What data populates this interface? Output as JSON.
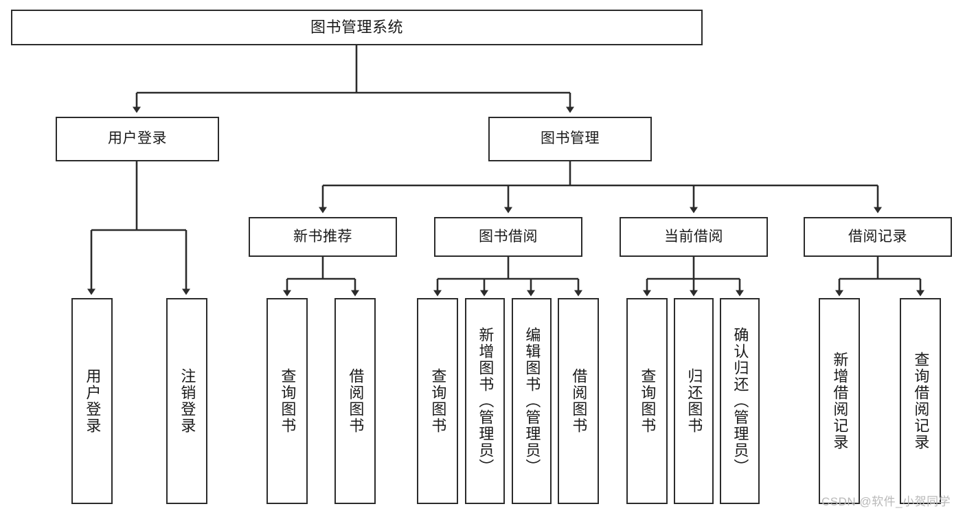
{
  "diagram": {
    "type": "hierarchy-tree",
    "title": "图书管理系统",
    "colors": {
      "border": "#2b2b2b",
      "background": "#ffffff",
      "text": "#1a1a1a",
      "connector": "#2b2b2b",
      "watermark": "#b9b9b9"
    },
    "nodes": {
      "root": {
        "label": "图书管理系统"
      },
      "level2": [
        {
          "label": "用户登录"
        },
        {
          "label": "图书管理"
        }
      ],
      "level3": [
        {
          "label": "新书推荐"
        },
        {
          "label": "图书借阅"
        },
        {
          "label": "当前借阅"
        },
        {
          "label": "借阅记录"
        }
      ],
      "leaves": {
        "user_login": [
          {
            "label": "用户登录"
          },
          {
            "label": "注销登录"
          }
        ],
        "new_book_recommend": [
          {
            "label": "查询图书"
          },
          {
            "label": "借阅图书"
          }
        ],
        "book_borrow": [
          {
            "label": "查询图书"
          },
          {
            "label": "新增图书（管理员）"
          },
          {
            "label": "编辑图书（管理员）"
          },
          {
            "label": "借阅图书"
          }
        ],
        "current_borrow": [
          {
            "label": "查询图书"
          },
          {
            "label": "归还图书"
          },
          {
            "label": "确认归还（管理员）"
          }
        ],
        "borrow_record": [
          {
            "label": "新增借阅记录"
          },
          {
            "label": "查询借阅记录"
          }
        ]
      }
    },
    "watermark": "CSDN @软件_小贺同学"
  }
}
